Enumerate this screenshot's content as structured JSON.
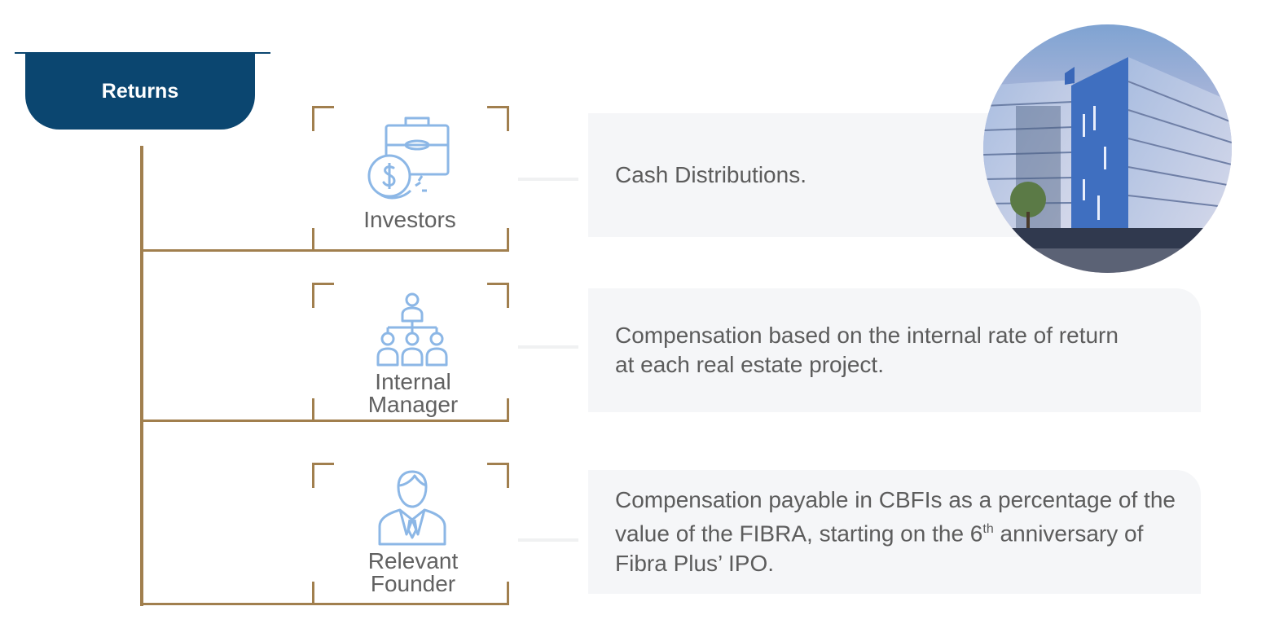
{
  "header": {
    "title": "Returns"
  },
  "colors": {
    "navy": "#0b4670",
    "bronze": "#a17f4e",
    "icon_blue": "#8cb7e6",
    "card_bg": "#f5f6f8",
    "text": "#5c5c5c"
  },
  "rows": [
    {
      "label": "Investors",
      "icon": "briefcase-money-icon",
      "description": "Cash Distributions."
    },
    {
      "label": "Internal Manager",
      "icon": "org-chart-icon",
      "description": "Compensation based on the internal rate of return at each real estate project."
    },
    {
      "label": "Relevant Founder",
      "icon": "businessman-icon",
      "description_pre": "Compensation payable in CBFIs as a percentage of the value of the FIBRA, starting on the 6",
      "description_sup": "th",
      "description_post": " anniversary of Fibra Plus’ IPO."
    }
  ],
  "photo": {
    "subject": "building-photo"
  }
}
